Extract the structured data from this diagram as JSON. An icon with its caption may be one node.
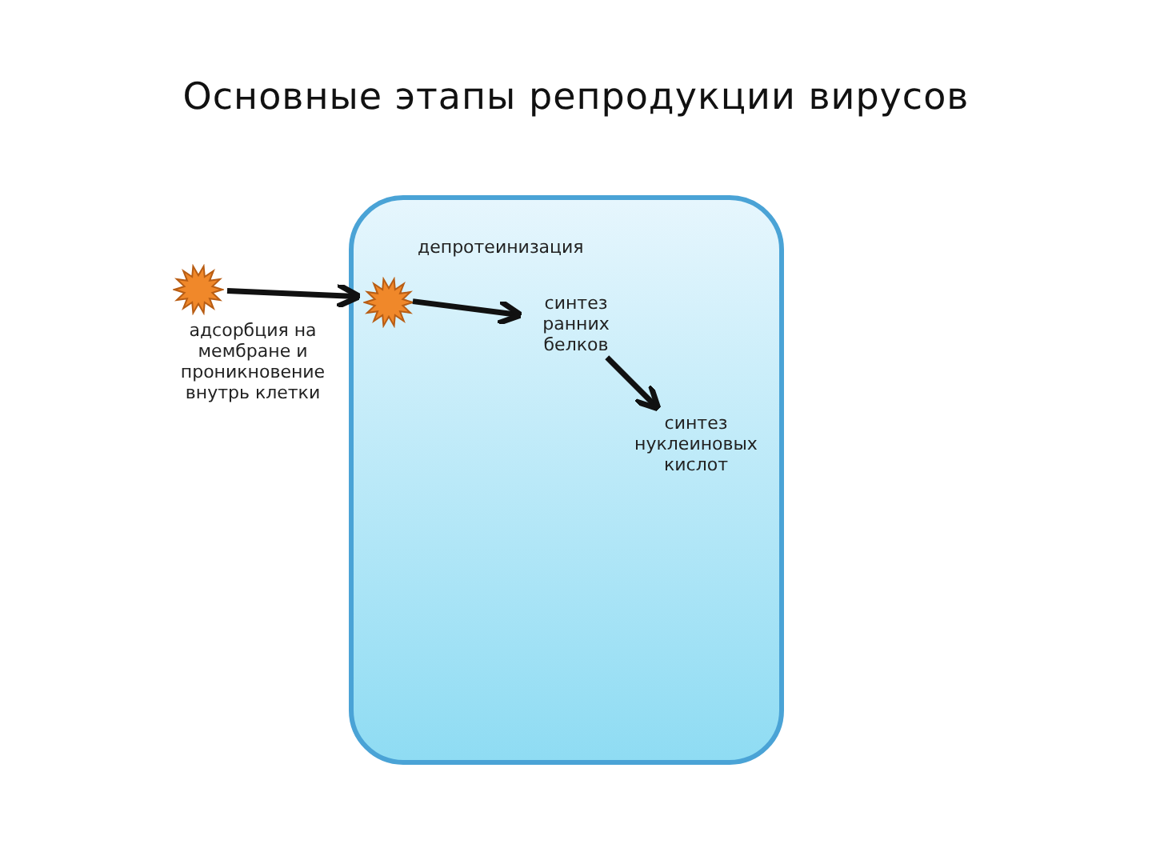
{
  "diagram": {
    "title": "Основные этапы репродукции вирусов",
    "nodes": [
      {
        "text": [],
        "shape": "box"
      },
      {
        "text": [],
        "shape": "star",
        "beside": [
          "адсорбция на мембране и проникновение внутрь клетки"
        ]
      },
      {
        "text": [],
        "shape": "star",
        "in": 0,
        "beside": [
          "депротеинизация"
        ]
      },
      {
        "text": [
          "синтез ранних белков"
        ],
        "in": 0
      },
      {
        "text": [
          "синтез нуклеиновых кислот"
        ],
        "in": 0
      }
    ],
    "edges": [
      {
        "from": 1,
        "to": 2,
        "arrow": "to"
      },
      {
        "from": 2,
        "to": 3,
        "arrow": "to"
      },
      {
        "from": 3,
        "to": 4,
        "arrow": "to"
      }
    ]
  }
}
